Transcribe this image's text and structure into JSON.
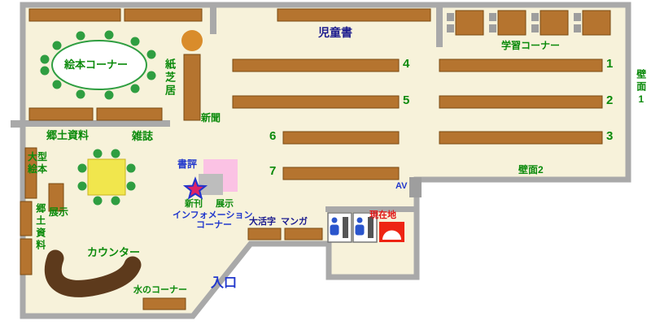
{
  "colors": {
    "floor": "#f7f2da",
    "wall": "#a9a9a9",
    "shelf": "#b5742f",
    "shelf_border": "#7a4a12",
    "label_green": "#0b8a0b",
    "label_blue": "#2238cc",
    "label_navy": "#1b1b8e",
    "label_red": "#e01313",
    "counter_brown": "#5d3a1c",
    "table_yellow": "#f1e64d",
    "table_yellow_border": "#c8b41e",
    "display_pink": "#fbc2e4",
    "display_gray": "#bdbdbd",
    "chair_green": "#2f9e41",
    "chair_gray": "#9e9e9e",
    "kamishibai_orange": "#d98c2b",
    "marker_red": "#ee2413",
    "toilet_blue": "#2a55cc",
    "fixture_dark": "#555555",
    "star_fill": "#dd2266",
    "star_stroke": "#2233cc",
    "oval_white": "#ffffff"
  },
  "map": {
    "areas": {
      "ehon_corner": "絵本コーナー",
      "kamishibai": "紙芝居",
      "shinbun": "新聞",
      "kyodo_shiryo_a": "郷土資料",
      "zasshi": "雑誌",
      "jidosho": "児童書",
      "gakushu_corner": "学習コーナー",
      "hekimen_1": "壁面1",
      "hekimen_2": "壁面2",
      "ogata_line1": "大型",
      "ogata_line2": "絵本",
      "tenji_a": "展示",
      "kyodo_shiryo_b": "郷土資料",
      "shohyo": "書評",
      "shinkan": "新刊",
      "tenji_b": "展示",
      "info_line1": "インフォメーション",
      "info_line2": "コーナー",
      "daikatsuji": "大活字",
      "manga": "マンガ",
      "av": "AV",
      "genzaichi": "現在地",
      "counter": "カウンター",
      "mizu_corner": "水のコーナー",
      "entrance": "入口"
    },
    "shelf_numbers": [
      "1",
      "2",
      "3",
      "4",
      "5",
      "6",
      "7"
    ]
  }
}
